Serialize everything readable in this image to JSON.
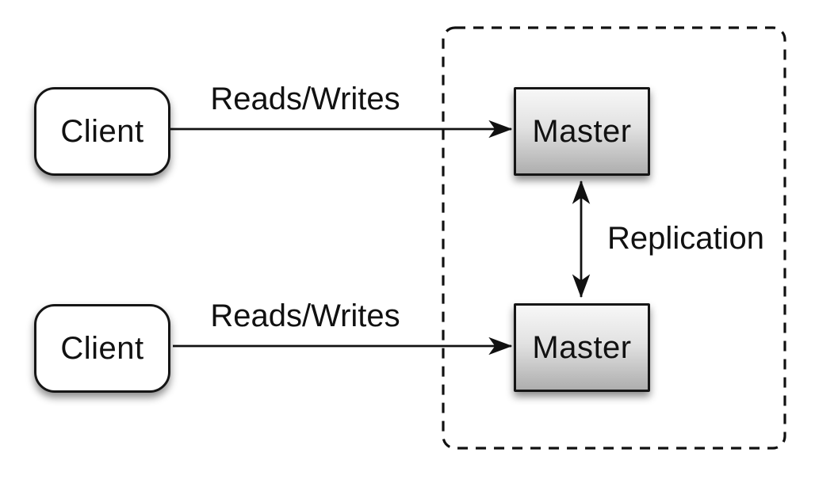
{
  "diagram": {
    "type": "architecture-diagram",
    "nodes": [
      {
        "id": "client-top",
        "label": "Client",
        "shape": "rounded-rect",
        "fill": "#ffffff"
      },
      {
        "id": "client-bottom",
        "label": "Client",
        "shape": "rounded-rect",
        "fill": "#ffffff"
      },
      {
        "id": "master-top",
        "label": "Master",
        "shape": "rect",
        "fill": "gradient-gray"
      },
      {
        "id": "master-bottom",
        "label": "Master",
        "shape": "rect",
        "fill": "gradient-gray"
      }
    ],
    "edges": [
      {
        "from": "client-top",
        "to": "master-top",
        "label": "Reads/Writes",
        "direction": "one-way"
      },
      {
        "from": "client-bottom",
        "to": "master-bottom",
        "label": "Reads/Writes",
        "direction": "one-way"
      },
      {
        "from": "master-top",
        "to": "master-bottom",
        "label": "Replication",
        "direction": "two-way"
      }
    ],
    "groups": [
      {
        "id": "replication-group",
        "border_style": "dashed",
        "contains": [
          "master-top",
          "master-bottom"
        ]
      }
    ],
    "colors": {
      "background": "#ffffff",
      "stroke": "#111111",
      "text": "#111111",
      "client_fill": "#ffffff",
      "master_gradient_top": "#f7f7f7",
      "master_gradient_bottom": "#aeaeae"
    }
  }
}
